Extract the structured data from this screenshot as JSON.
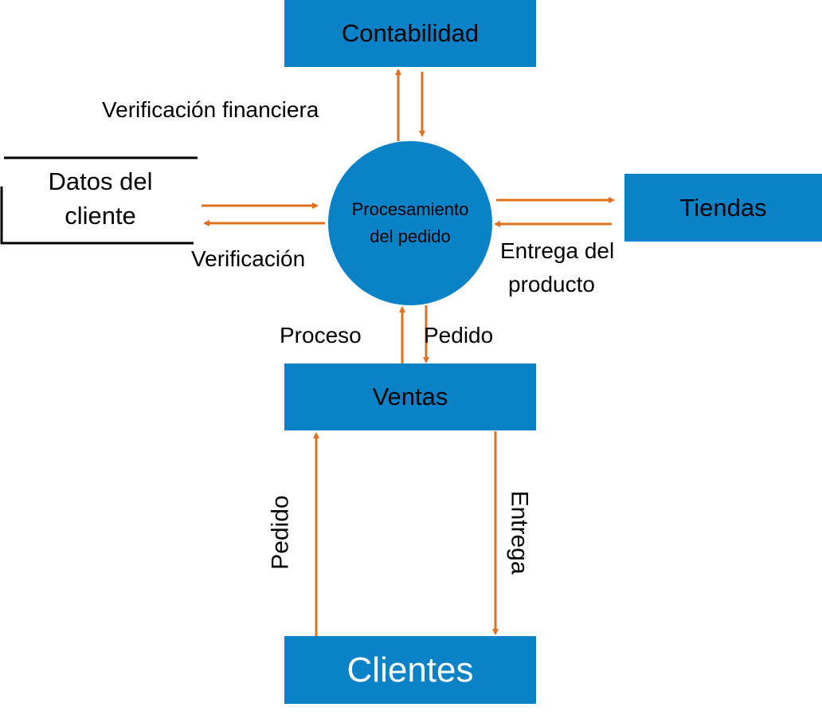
{
  "nodes": {
    "contabilidad": "Contabilidad",
    "tiendas": "Tiendas",
    "ventas": "Ventas",
    "clientes": "Clientes",
    "process_line1": "Procesamiento",
    "process_line2": "del pedido",
    "datastore_line1": "Datos del",
    "datastore_line2": "cliente"
  },
  "flows": {
    "verificacion_financiera": "Verificación financiera",
    "verificacion": "Verificación",
    "entrega_producto_line1": "Entrega del",
    "entrega_producto_line2": "producto",
    "proceso": "Proceso",
    "pedido_top": "Pedido",
    "pedido_left": "Pedido",
    "entrega": "Entrega"
  },
  "colors": {
    "box": "#0A82C8",
    "arrow": "#E0701E"
  }
}
